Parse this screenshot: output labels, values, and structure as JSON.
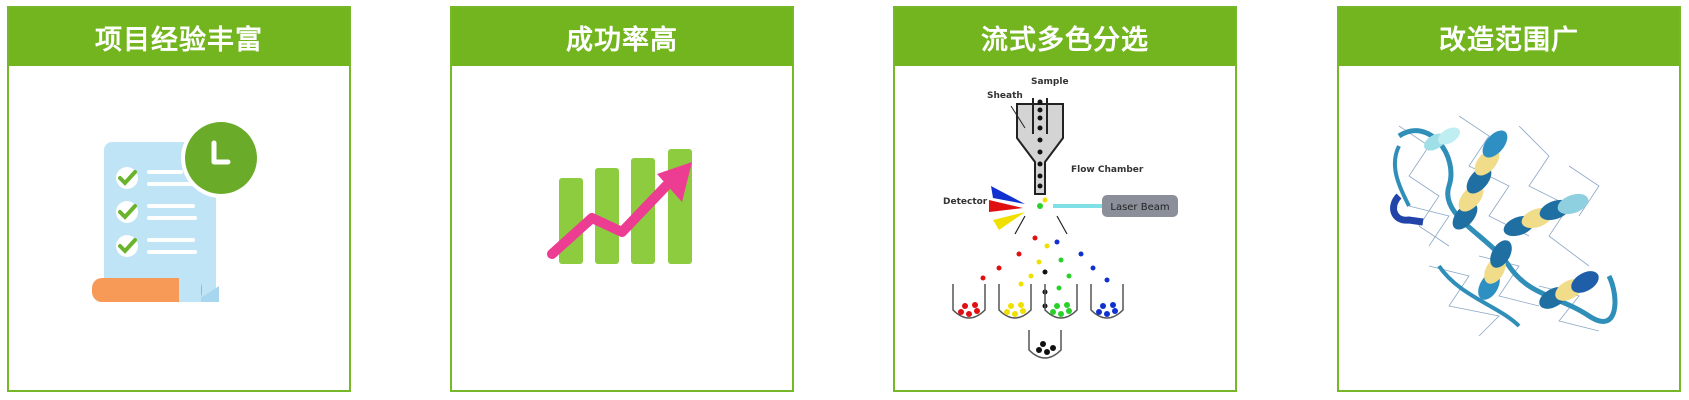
{
  "cards": [
    {
      "title": "项目经验丰富",
      "icon": "checklist-icon"
    },
    {
      "title": "成功率高",
      "icon": "growth-chart-icon"
    },
    {
      "title": "流式多色分选",
      "icon": "flow-cytometry-diagram",
      "diagram_labels": {
        "sample": "Sample",
        "sheath": "Sheath",
        "flow_chamber": "Flow Chamber",
        "detector": "Detector",
        "laser_beam": "Laser Beam"
      }
    },
    {
      "title": "改造范围广",
      "icon": "protein-structure-icon"
    }
  ],
  "colors": {
    "accent": "#72b51f",
    "border": "#76b82a"
  }
}
